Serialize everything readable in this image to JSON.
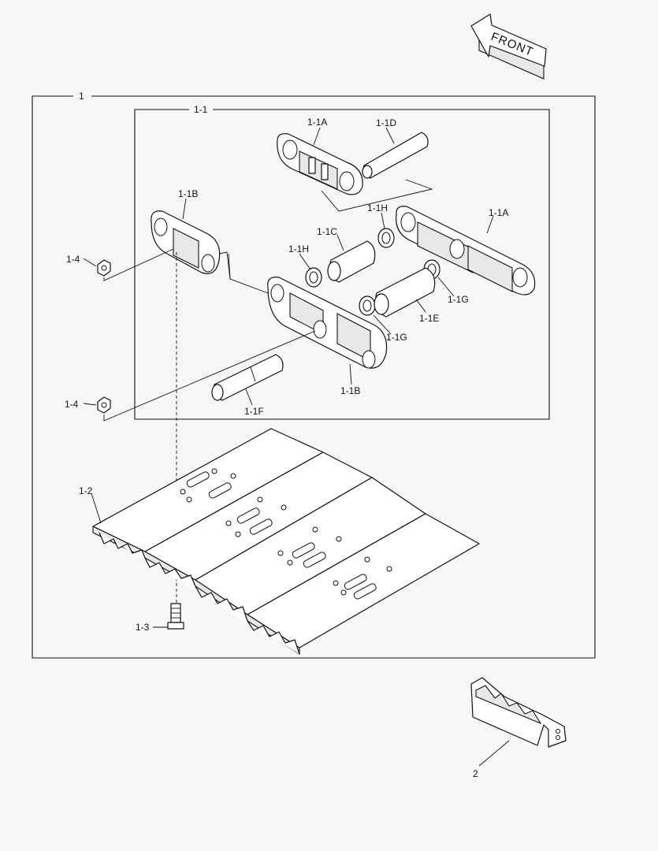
{
  "direction_arrow": {
    "text": "FRONT"
  },
  "assembly": {
    "main_label": "1",
    "sub_label": "1-1"
  },
  "callouts": {
    "link_a_top": "1-1A",
    "link_a_right": "1-1A",
    "pin_d": "1-1D",
    "link_b_left": "1-1B",
    "link_b_bottom": "1-1B",
    "seal_h_top": "1-1H",
    "seal_h_left": "1-1H",
    "bushing_c": "1-1C",
    "seal_g_right": "1-1G",
    "seal_g_bottom": "1-1G",
    "bushing_e": "1-1E",
    "pin_f": "1-1F",
    "nut_top": "1-4",
    "nut_bottom": "1-4",
    "shoe_plate": "1-2",
    "bolt": "1-3",
    "guard": "2"
  }
}
